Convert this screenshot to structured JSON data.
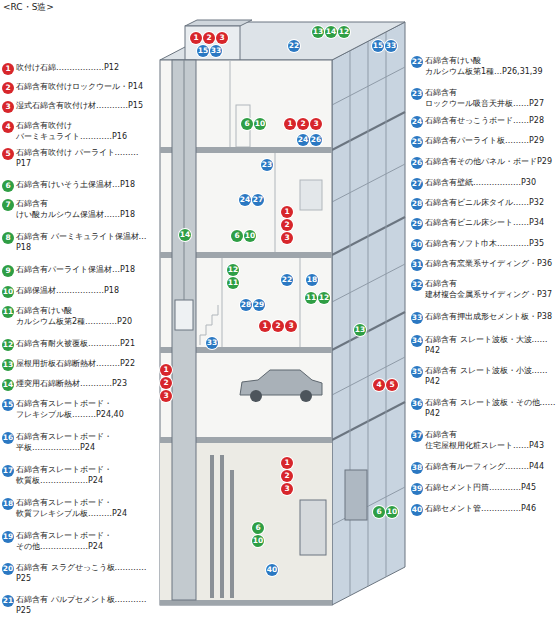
{
  "diagram": {
    "title": "<RC・S造>",
    "nodes": [
      {
        "text": [
          "1",
          "吹付け石綿………………P12"
        ]
      },
      {
        "text": [
          "2",
          "石綿含有吹付けロックウール・P14"
        ]
      },
      {
        "text": [
          "3",
          "湿式石綿含有吹付け材…………P15"
        ]
      },
      {
        "text": [
          "4",
          "石綿含有吹付け バーミキュライト…………P16"
        ]
      },
      {
        "text": [
          "5",
          "石綿含有吹付け パーライト………P17"
        ]
      },
      {
        "text": [
          "6",
          "石綿含有けいそう土保温材…P18"
        ]
      },
      {
        "text": [
          "7",
          "石綿含有 けい酸カルシウム保温材……P18"
        ]
      },
      {
        "text": [
          "8",
          "石綿含有 バーミキュライト保温材…P18"
        ]
      },
      {
        "text": [
          "9",
          "石綿含有パーライト保温材…P18"
        ]
      },
      {
        "text": [
          "10",
          "石綿保温材………………P18"
        ]
      },
      {
        "text": [
          "11",
          "石綿含有けい酸 カルシウム板第2種…………P20"
        ]
      },
      {
        "text": [
          "12",
          "石綿含有耐火被覆板…………P21"
        ]
      },
      {
        "text": [
          "13",
          "屋根用折板石綿断熱材………P22"
        ]
      },
      {
        "text": [
          "14",
          "煙突用石綿断熱材…………P23"
        ]
      },
      {
        "text": [
          "15",
          "石綿含有スレートボード・ フレキシブル板………P24,40"
        ]
      },
      {
        "text": [
          "16",
          "石綿含有スレートボード・ 平板………………P24"
        ]
      },
      {
        "text": [
          "17",
          "石綿含有スレートボード・ 軟質板………………P24"
        ]
      },
      {
        "text": [
          "18",
          "石綿含有スレートボード・ 軟質フレキシブル板………P24"
        ]
      },
      {
        "text": [
          "19",
          "石綿含有スレートボード・ その他………………P24"
        ]
      },
      {
        "text": [
          "20",
          "石綿含有 スラグせっこう板…………P25"
        ]
      },
      {
        "text": [
          "21",
          "石綿含有 パルプセメント板…………P25"
        ]
      },
      {
        "text": [
          "22",
          "石綿含有けい酸 カルシウム板第1種…P26,31,39"
        ]
      },
      {
        "text": [
          "23",
          "石綿含有 ロックウール吸音天井板……P27"
        ]
      },
      {
        "text": [
          "24",
          "石綿含有せっこうボード……P28"
        ]
      },
      {
        "text": [
          "25",
          "石綿含有パーライト板………P29"
        ]
      },
      {
        "text": [
          "26",
          "石綿含有その他パネル・ボードP29"
        ]
      },
      {
        "text": [
          "27",
          "石綿含有壁紙………………P30"
        ]
      },
      {
        "text": [
          "28",
          "石綿含有ビニル床タイル……P32"
        ]
      },
      {
        "text": [
          "29",
          "石綿含有ビニル床シート……P34"
        ]
      },
      {
        "text": [
          "30",
          "石綿含有ソフト巾木…………P35"
        ]
      },
      {
        "text": [
          "31",
          "石綿含有窯業系サイディング・P36"
        ]
      },
      {
        "text": [
          "32",
          "石綿含有 建材複合金属系サイディング・P37"
        ]
      },
      {
        "text": [
          "33",
          "石綿含有押出成形セメント板・P38"
        ]
      },
      {
        "text": [
          "34",
          "石綿含有 スレート波板・大波……P42"
        ]
      },
      {
        "text": [
          "35",
          "石綿含有 スレート波板・小波……P42"
        ]
      },
      {
        "text": [
          "36",
          "石綿含有 スレート波板・その他……P42"
        ]
      },
      {
        "text": [
          "37",
          "石綿含有 住宅屋根用化粧スレート……P43"
        ]
      },
      {
        "text": [
          "38",
          "石綿含有ルーフィング………P44"
        ]
      },
      {
        "text": [
          "39",
          "石綿セメント円筒…………P45"
        ]
      },
      {
        "text": [
          "40",
          "石綿セメント管……………P46"
        ]
      },
      {
        "text": [
          "1"
        ]
      },
      {
        "text": [
          "2"
        ]
      },
      {
        "text": [
          "3"
        ]
      },
      {
        "text": [
          "15"
        ]
      },
      {
        "text": [
          "33"
        ]
      },
      {
        "text": [
          "13"
        ]
      },
      {
        "text": [
          "14"
        ]
      },
      {
        "text": [
          "12"
        ]
      },
      {
        "text": [
          "22"
        ]
      },
      {
        "text": [
          "15"
        ]
      },
      {
        "text": [
          "33"
        ]
      },
      {
        "text": [
          "6"
        ]
      },
      {
        "text": [
          "10"
        ]
      },
      {
        "text": [
          "1"
        ]
      },
      {
        "text": [
          "2"
        ]
      },
      {
        "text": [
          "3"
        ]
      },
      {
        "text": [
          "23"
        ]
      },
      {
        "text": [
          "24"
        ]
      },
      {
        "text": [
          "26"
        ]
      },
      {
        "text": [
          "24"
        ]
      },
      {
        "text": [
          "27"
        ]
      },
      {
        "text": [
          "1"
        ]
      },
      {
        "text": [
          "2"
        ]
      },
      {
        "text": [
          "3"
        ]
      },
      {
        "text": [
          "6"
        ]
      },
      {
        "text": [
          "10"
        ]
      },
      {
        "text": [
          "14"
        ]
      },
      {
        "text": [
          "12"
        ]
      },
      {
        "text": [
          "11"
        ]
      },
      {
        "text": [
          "22"
        ]
      },
      {
        "text": [
          "18"
        ]
      },
      {
        "text": [
          "28"
        ]
      },
      {
        "text": [
          "29"
        ]
      },
      {
        "text": [
          "11"
        ]
      },
      {
        "text": [
          "12"
        ]
      },
      {
        "text": [
          "1"
        ]
      },
      {
        "text": [
          "2"
        ]
      },
      {
        "text": [
          "3"
        ]
      },
      {
        "text": [
          "33"
        ]
      },
      {
        "text": [
          "1"
        ]
      },
      {
        "text": [
          "2"
        ]
      },
      {
        "text": [
          "3"
        ]
      },
      {
        "text": [
          "13"
        ]
      },
      {
        "text": [
          "4"
        ]
      },
      {
        "text": [
          "5"
        ]
      },
      {
        "text": [
          "1"
        ]
      },
      {
        "text": [
          "2"
        ]
      },
      {
        "text": [
          "3"
        ]
      },
      {
        "text": [
          "6"
        ]
      },
      {
        "text": [
          "10"
        ]
      },
      {
        "text": [
          "6"
        ]
      },
      {
        "text": [
          "10"
        ]
      },
      {
        "text": [
          "40"
        ]
      }
    ]
  }
}
